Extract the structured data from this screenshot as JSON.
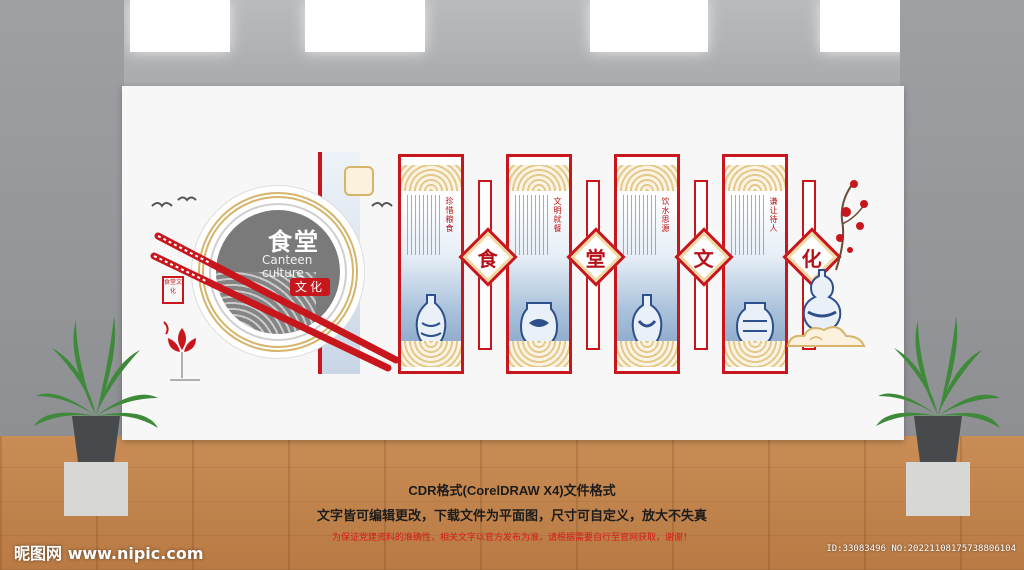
{
  "showcase": {
    "title_cn": "食堂",
    "title_en": "Canteen culture",
    "seal_text": "文化",
    "stamp_text": "食堂文化",
    "panels": [
      {
        "poem": "珍惜粮食"
      },
      {
        "poem": "文明就餐"
      },
      {
        "poem": "饮水思源"
      },
      {
        "poem": "谦让待人"
      }
    ],
    "medals": [
      "食",
      "堂",
      "文",
      "化"
    ]
  },
  "caption": {
    "line1": "CDR格式(CorelDRAW X4)文件格式",
    "line2": "文字皆可编辑更改，下载文件为平面图，尺寸可自定义，放大不失真",
    "line3": "为保证党建资料的准确性，相关文字以官方发布为准，请根据需要自行至官网获取，谢谢！"
  },
  "watermark": {
    "logo": "昵图网 www.nipic.com",
    "id": "ID:33083496 NO:20221108175738806104"
  },
  "colors": {
    "accent_red": "#c8161d",
    "gold": "#d6b46a",
    "floor": "#c98d55",
    "wall": "#f7f7f7"
  }
}
